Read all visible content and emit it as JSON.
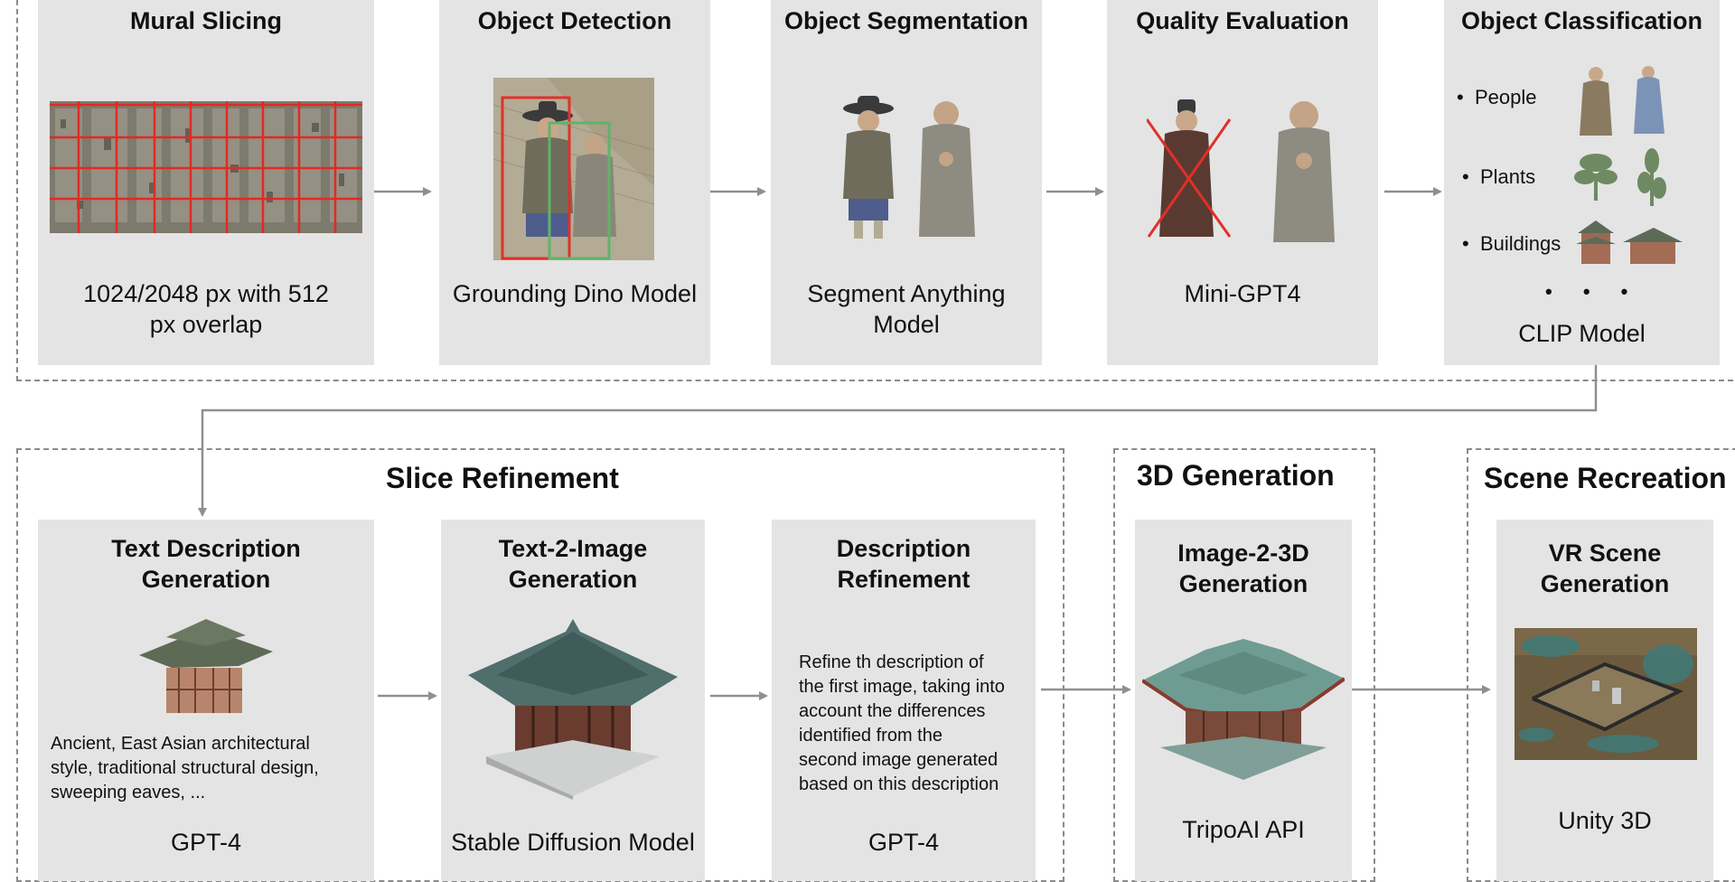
{
  "top_stages": [
    {
      "title": "Mural Slicing",
      "model_line1": "1024/2048 px with 512",
      "model_line2": "px overlap"
    },
    {
      "title": "Object Detection",
      "model_line1": "Grounding Dino Model",
      "model_line2": ""
    },
    {
      "title": "Object Segmentation",
      "model_line1": "Segment Anything",
      "model_line2": "Model"
    },
    {
      "title": "Quality Evaluation",
      "model_line1": "Mini-GPT4",
      "model_line2": ""
    },
    {
      "title": "Object Classification",
      "model_line1": "CLIP Model",
      "model_line2": ""
    }
  ],
  "classification": {
    "items": [
      "People",
      "Plants",
      "Buildings"
    ],
    "more": "• • •"
  },
  "groups": {
    "slice_refinement": "Slice Refinement",
    "generation_3d": "3D Generation",
    "scene_recreation": "Scene Recreation"
  },
  "bottom_stages": [
    {
      "title_line1": "Text Description",
      "title_line2": "Generation",
      "model": "GPT-4",
      "desc": [
        "Ancient, East Asian architectural",
        "style, traditional structural design,",
        "sweeping eaves,  ..."
      ]
    },
    {
      "title_line1": "Text-2-Image",
      "title_line2": "Generation",
      "model": "Stable Diffusion Model"
    },
    {
      "title_line1": "Description",
      "title_line2": "Refinement",
      "model": "GPT-4",
      "desc": [
        "Refine th description of",
        "the first image, taking into",
        "account the differences",
        "identified from the",
        "second image generated",
        "based on this description"
      ]
    },
    {
      "title_line1": "Image-2-3D",
      "title_line2": "Generation",
      "model": "TripoAI API"
    },
    {
      "title_line1": "VR Scene",
      "title_line2": "Generation",
      "model": "Unity 3D"
    }
  ],
  "colors": {
    "box": "#e4e4e4",
    "arrow": "#8f8f8f",
    "dash": "#8a8a8a",
    "red": "#e0302a",
    "green": "#5fb36a"
  }
}
